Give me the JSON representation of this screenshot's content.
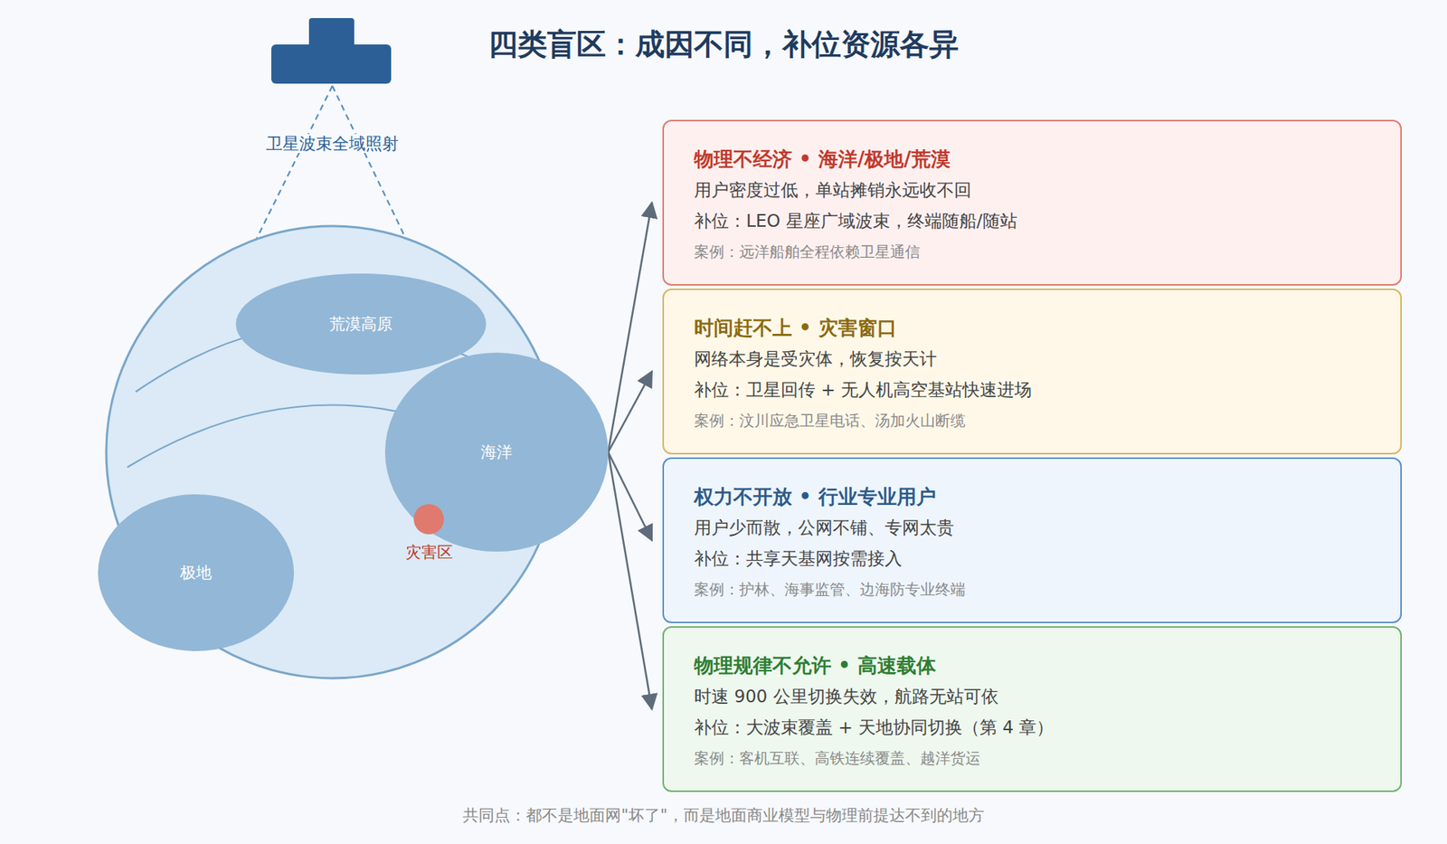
{
  "diagram": {
    "title": "四类盲区：成因不同，补位资源各异",
    "caption": "共同点：都不是地面网\"坏了\"，而是地面商业模型与物理前提达不到的地方",
    "nodes": [
      {
        "text": [
          "荒漠高原"
        ]
      },
      {
        "text": [
          "海洋"
        ]
      },
      {
        "text": [
          "极地"
        ]
      },
      {
        "text": [
          "灾害区"
        ]
      },
      {
        "text": [
          "物理不经济 • 海洋/极地/荒漠",
          "用户密度过低，单站摊销永远收不回",
          "补位：LEO 星座广域波束，终端随船/随站",
          "案例：远洋船舶全程依赖卫星通信"
        ]
      },
      {
        "text": [
          "时间赶不上 • 灾害窗口",
          "网络本身是受灾体，恢复按天计",
          "补位：卫星回传 + 无人机高空基站快速进场",
          "案例：汶川应急卫星电话、汤加火山断缆"
        ]
      },
      {
        "text": [
          "权力不开放 • 行业专业用户",
          "用户少而散，公网不铺、专网太贵",
          "补位：共享天基网按需接入",
          "案例：护林、海事监管、边海防专业终端"
        ]
      },
      {
        "text": [
          "物理规律不允许 • 高速载体",
          "时速 900 公里切换失效，航路无站可依",
          "补位：大波束覆盖 + 天地协同切换（第 4 章）",
          "案例：客机互联、高铁连续覆盖、越洋货运"
        ]
      }
    ],
    "edges": [
      {
        "from": 1,
        "to": 4,
        "arrow": "to"
      },
      {
        "from": 1,
        "to": 5,
        "arrow": "to"
      },
      {
        "from": 1,
        "to": 6,
        "arrow": "to"
      },
      {
        "from": 1,
        "to": 7,
        "arrow": "to"
      }
    ],
    "labels": [
      "卫星波束全域照射"
    ]
  }
}
